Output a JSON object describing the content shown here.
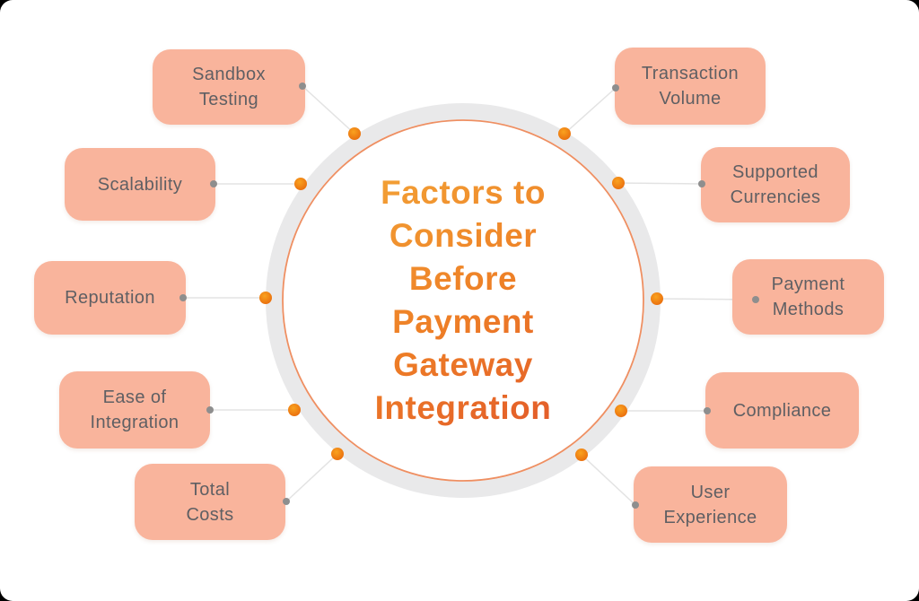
{
  "diagram": {
    "title": "Factors to\nConsider\nBefore\nPayment\nGateway\nIntegration",
    "nodes": [
      {
        "id": "sandbox-testing",
        "label": "Sandbox\nTesting",
        "side": "left"
      },
      {
        "id": "scalability",
        "label": "Scalability",
        "side": "left"
      },
      {
        "id": "reputation",
        "label": "Reputation",
        "side": "left"
      },
      {
        "id": "ease-of-integration",
        "label": "Ease of\nIntegration",
        "side": "left"
      },
      {
        "id": "total-costs",
        "label": "Total\nCosts",
        "side": "left"
      },
      {
        "id": "transaction-volume",
        "label": "Transaction\nVolume",
        "side": "right"
      },
      {
        "id": "supported-currencies",
        "label": "Supported\nCurrencies",
        "side": "right"
      },
      {
        "id": "payment-methods",
        "label": "Payment\nMethods",
        "side": "right"
      },
      {
        "id": "compliance",
        "label": "Compliance",
        "side": "right"
      },
      {
        "id": "user-experience",
        "label": "User\nExperience",
        "side": "right"
      }
    ],
    "colors": {
      "node_fill": "#F9B49C",
      "node_text": "#5F5F63",
      "title_gradient_start": "#F3A437",
      "title_gradient_mid": "#EE7F26",
      "title_gradient_end": "#E0542B",
      "ring_gray": "#E9E9EA",
      "inner_circle_orange": "#EE8F62",
      "connector_line": "#E3E3E3",
      "anchor_dot_gray": "#8E8E8E",
      "node_dot_orange_light": "#F9A21F",
      "node_dot_orange_dark": "#E8690C",
      "background": "#FFFFFF"
    }
  }
}
